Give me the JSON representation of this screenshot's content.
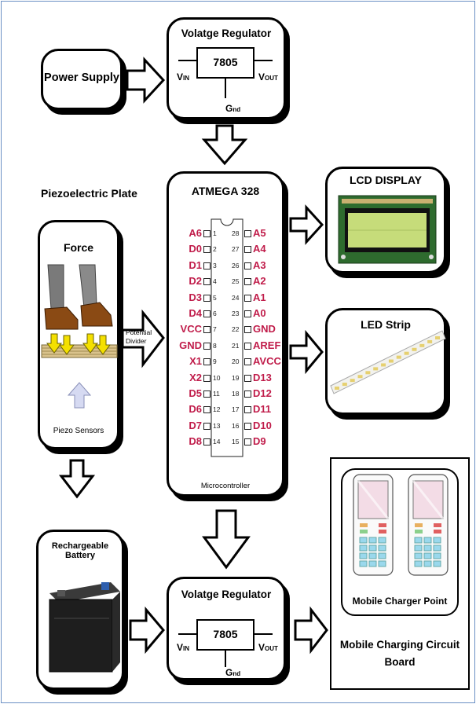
{
  "power_supply": {
    "label": "Power Supply"
  },
  "regulator_top": {
    "title": "Volatge Regulator",
    "chip": "7805",
    "vin": "V",
    "vin_sub": "IN",
    "vout": "V",
    "vout_sub": "OUT",
    "gnd": "G",
    "gnd_sub": "nd"
  },
  "regulator_bottom": {
    "title": "Volatge Regulator",
    "chip": "7805",
    "vin": "V",
    "vin_sub": "IN",
    "vout": "V",
    "vout_sub": "OUT",
    "gnd": "G",
    "gnd_sub": "nd"
  },
  "piezo": {
    "section_title": "Piezoelectric Plate",
    "force": "Force",
    "sensors": "Piezo Sensors"
  },
  "divider": {
    "line1": "Potential",
    "line2": "Divider"
  },
  "mcu": {
    "title": "ATMEGA 328",
    "caption": "Microcontroller",
    "left_pins": [
      {
        "name": "A6",
        "num": "1"
      },
      {
        "name": "D0",
        "num": "2"
      },
      {
        "name": "D1",
        "num": "3"
      },
      {
        "name": "D2",
        "num": "4"
      },
      {
        "name": "D3",
        "num": "5"
      },
      {
        "name": "D4",
        "num": "6"
      },
      {
        "name": "VCC",
        "num": "7"
      },
      {
        "name": "GND",
        "num": "8"
      },
      {
        "name": "X1",
        "num": "9"
      },
      {
        "name": "X2",
        "num": "10"
      },
      {
        "name": "D5",
        "num": "11"
      },
      {
        "name": "D6",
        "num": "12"
      },
      {
        "name": "D7",
        "num": "13"
      },
      {
        "name": "D8",
        "num": "14"
      }
    ],
    "right_pins": [
      {
        "name": "A5",
        "num": "28"
      },
      {
        "name": "A4",
        "num": "27"
      },
      {
        "name": "A3",
        "num": "26"
      },
      {
        "name": "A2",
        "num": "25"
      },
      {
        "name": "A1",
        "num": "24"
      },
      {
        "name": "A0",
        "num": "23"
      },
      {
        "name": "GND",
        "num": "22"
      },
      {
        "name": "AREF",
        "num": "21"
      },
      {
        "name": "AVCC",
        "num": "20"
      },
      {
        "name": "D13",
        "num": "19"
      },
      {
        "name": "D12",
        "num": "18"
      },
      {
        "name": "D11",
        "num": "17"
      },
      {
        "name": "D10",
        "num": "16"
      },
      {
        "name": "D9",
        "num": "15"
      }
    ]
  },
  "lcd": {
    "title": "LCD DISPLAY"
  },
  "led": {
    "title": "LED Strip"
  },
  "battery": {
    "title": "Rechargeable Battery"
  },
  "charger": {
    "point_label": "Mobile Charger Point",
    "board_line1": "Mobile Charging Circuit",
    "board_line2": "Board"
  },
  "colors": {
    "pin_label": "#c01c4a",
    "lcd_screen": "#c6dc7a",
    "lcd_board": "#2e6b2e",
    "arrow_yellow": "#f4e000",
    "battery_body": "#1e1e1e",
    "phone_screen": "#f3dce6"
  }
}
